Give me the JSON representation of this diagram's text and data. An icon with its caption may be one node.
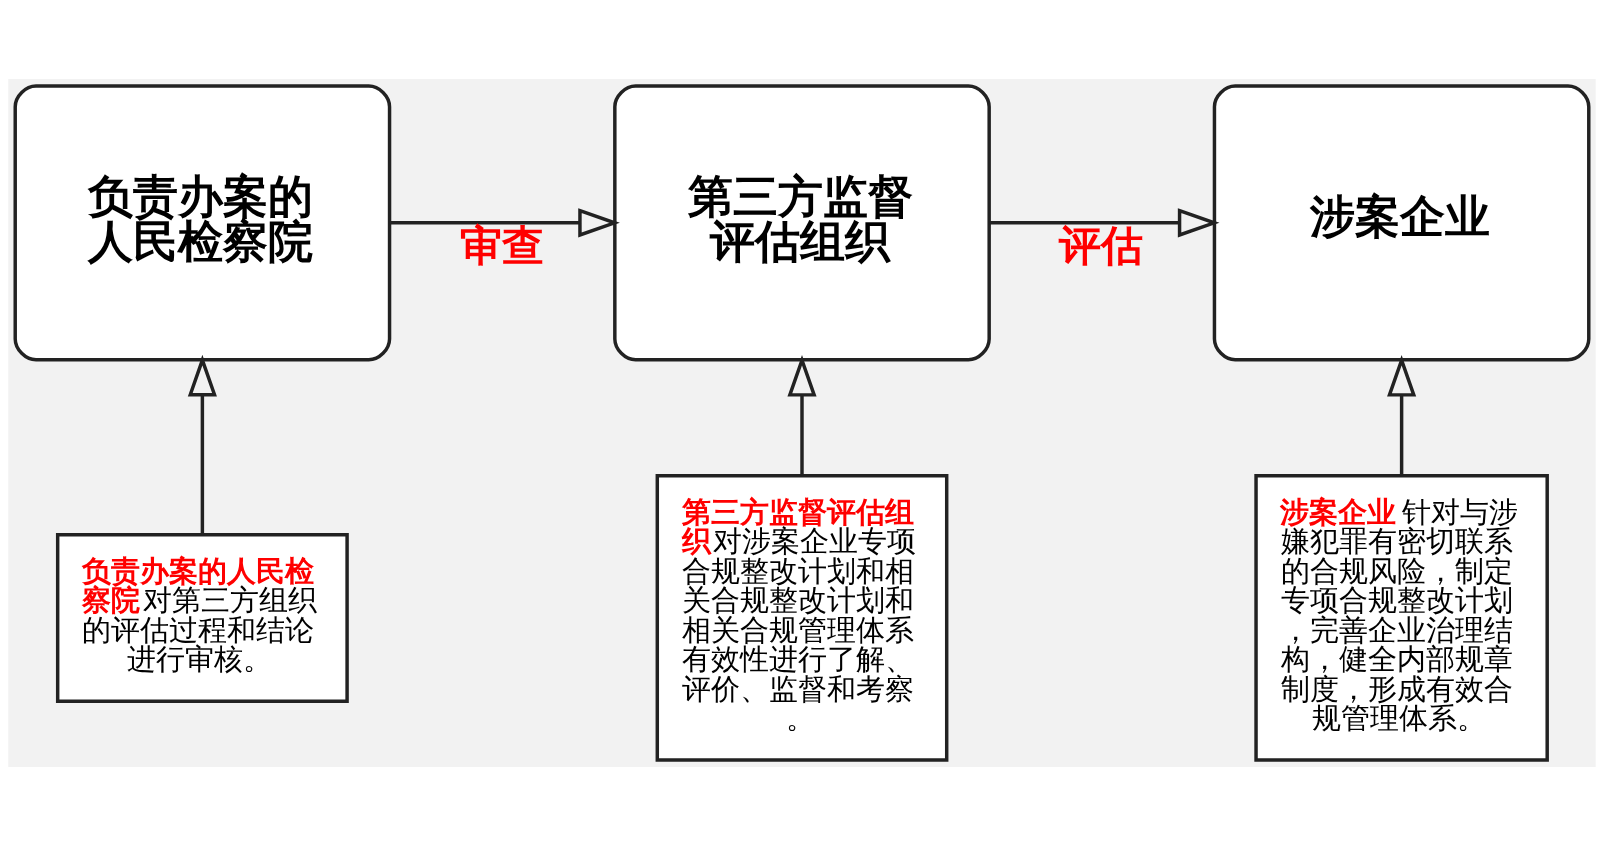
{
  "diagram": {
    "nodes": [
      {
        "text": [
          "涉案企业"
        ]
      },
      {
        "text": [
          "第三方监督评估组织"
        ]
      },
      {
        "text": [
          "负责办案的人民检察院"
        ]
      },
      {
        "text": [
          "**涉案企业**针对与涉嫌犯罪有密切联系的合规风险，制定专项合规整改计划，完善企业治理结构，健全内部规章制度，形成有效合规管理体系。"
        ]
      },
      {
        "text": [
          "**第三方监督评估组织**对涉案企业专项合规整改计划和相关合规整改计划和相关合规管理体系有效性进行了解、评价、监督和考察。"
        ]
      },
      {
        "text": [
          "**负责办案的人民检察院**对第三方组织的评估过程和结论进行审核。"
        ]
      }
    ],
    "edges": [
      {
        "from": 1,
        "to": 0,
        "arrow": "to",
        "label": "评估"
      },
      {
        "from": 2,
        "to": 1,
        "arrow": "to",
        "label": "审查"
      },
      {
        "from": 3,
        "to": 0,
        "arrow": "to"
      },
      {
        "from": 4,
        "to": 1,
        "arrow": "to"
      },
      {
        "from": 5,
        "to": 2,
        "arrow": "to"
      }
    ]
  }
}
